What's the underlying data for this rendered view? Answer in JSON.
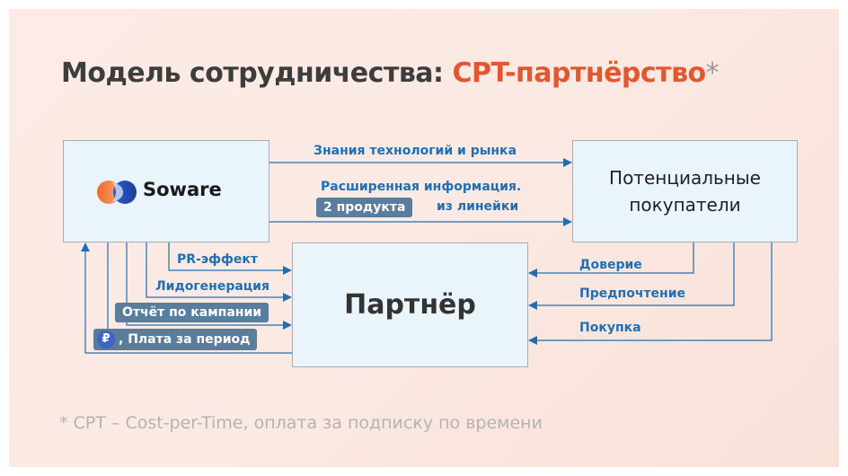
{
  "title": {
    "main": "Модель сотрудничества: ",
    "accent": "CPT-партнёрство",
    "asterisk": "*"
  },
  "colors": {
    "accent": "#e4572e",
    "arrow": "#1f6fb5",
    "box_fill": "#e9f4fb",
    "pill": "#5a7d9c"
  },
  "boxes": {
    "soware": {
      "logo_text": "Soware",
      "icon": "soware-logo-icon"
    },
    "buyers": "Потенциальные\nпокупатели",
    "partner": "Партнёр"
  },
  "labels": {
    "tech_knowledge": "Знания технологий и рынка",
    "extended_info": "Расширенная информация.",
    "two_products": "2 продукта",
    "from_line": "из линейки",
    "pr_effect": "PR-эффект",
    "lead_gen": "Лидогенерация",
    "campaign_report": "Отчёт по кампании",
    "payment": ", Плата за период",
    "ruble": "₽",
    "trust": "Доверие",
    "preference": "Предпочтение",
    "purchase": "Покупка"
  },
  "footnote": "* CPT – Cost-per-Time, оплата за подписку по времени"
}
